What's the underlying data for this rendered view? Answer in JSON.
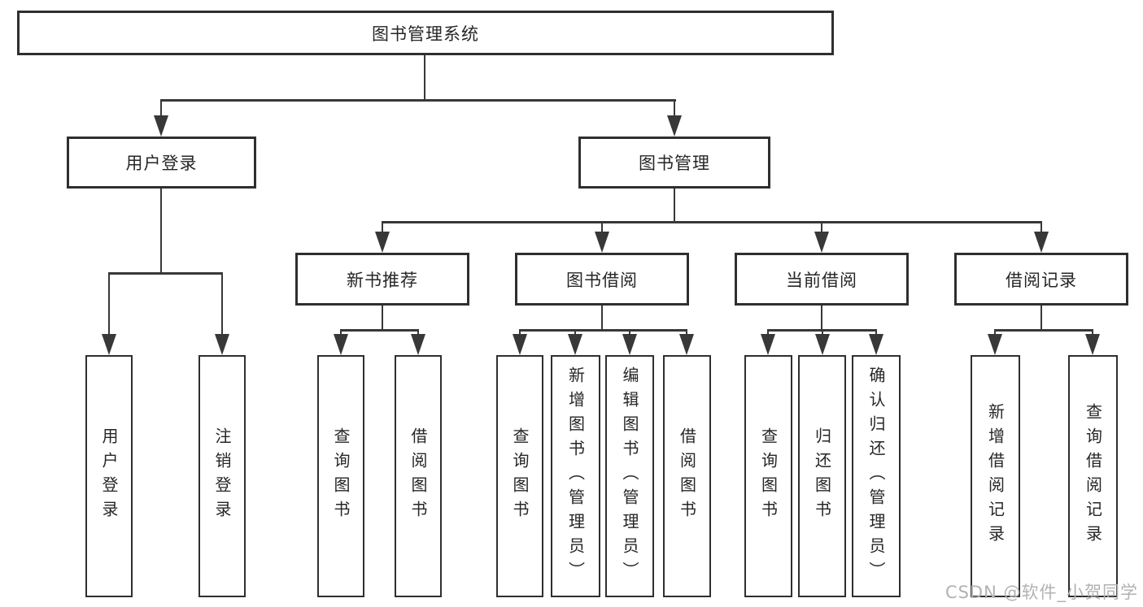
{
  "diagram_title": "图书管理系统",
  "tree": {
    "label": "图书管理系统",
    "children": [
      {
        "label": "用户登录",
        "children": [
          {
            "label": "用户登录"
          },
          {
            "label": "注销登录"
          }
        ]
      },
      {
        "label": "图书管理",
        "children": [
          {
            "label": "新书推荐",
            "children": [
              {
                "label": "查询图书"
              },
              {
                "label": "借阅图书"
              }
            ]
          },
          {
            "label": "图书借阅",
            "children": [
              {
                "label": "查询图书"
              },
              {
                "label": "新增图书（管理员）"
              },
              {
                "label": "编辑图书（管理员）"
              },
              {
                "label": "借阅图书"
              }
            ]
          },
          {
            "label": "当前借阅",
            "children": [
              {
                "label": "查询图书"
              },
              {
                "label": "归还图书"
              },
              {
                "label": "确认归还（管理员）"
              }
            ]
          },
          {
            "label": "借阅记录",
            "children": [
              {
                "label": "新增借阅记录"
              },
              {
                "label": "查询借阅记录"
              }
            ]
          }
        ]
      }
    ]
  },
  "watermark": {
    "text": "CSDN @软件_小贺同学"
  },
  "colors": {
    "background": "#ffffff",
    "box_border": "#2f2f2f",
    "connector_line": "#383838",
    "text": "#262626",
    "watermark": "#b2b2b2"
  }
}
